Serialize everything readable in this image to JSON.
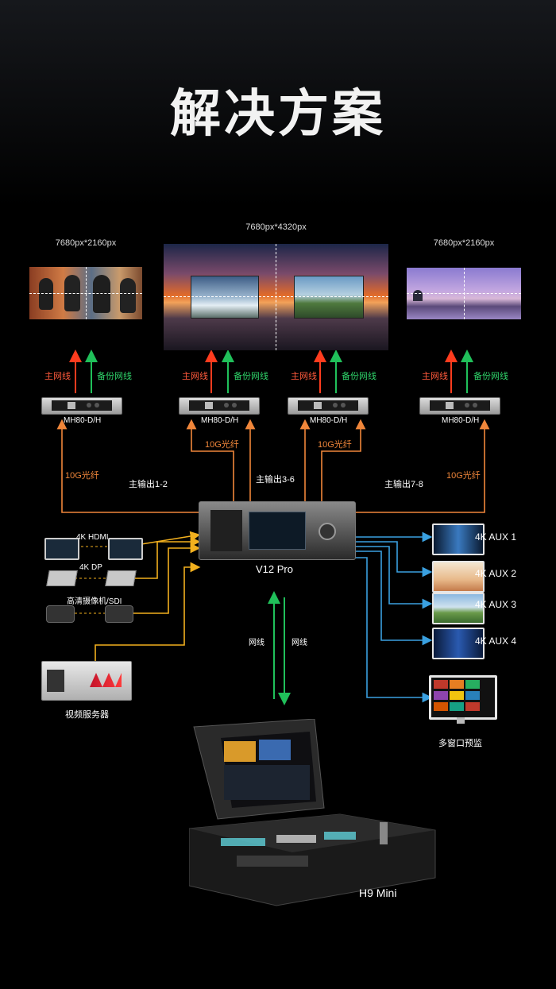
{
  "header": {
    "title": "解决方案"
  },
  "screens": {
    "left": {
      "resolution": "7680px*2160px"
    },
    "center": {
      "resolution": "7680px*4320px"
    },
    "right": {
      "resolution": "7680px*2160px"
    }
  },
  "link_labels": {
    "main": "主网线",
    "backup": "备份网线"
  },
  "receivers": [
    "MH80-D/H",
    "MH80-D/H",
    "MH80-D/H",
    "MH80-D/H"
  ],
  "fiber_label": "10G光纤",
  "outputs": {
    "out_1_2": "主输出1-2",
    "out_3_6": "主输出3-6",
    "out_7_8": "主输出7-8"
  },
  "processor": {
    "name": "V12 Pro"
  },
  "inputs": {
    "hdmi": "4K HDMI",
    "dp": "4K DP",
    "sdi": "高清摄像机/SDI"
  },
  "server": {
    "label": "视频服务器"
  },
  "aux": [
    "4K AUX 1",
    "4K AUX 2",
    "4K AUX 3",
    "4K AUX 4"
  ],
  "multiview": {
    "label": "多窗口预监"
  },
  "network": {
    "left": "网线",
    "right": "网线"
  },
  "console": {
    "name": "H9 Mini"
  },
  "colors": {
    "main": "#ff3c1e",
    "backup": "#20c05a",
    "fiber": "#f0863a",
    "input": "#f2b01e",
    "aux": "#3aa0e0",
    "network": "#20c05a"
  }
}
